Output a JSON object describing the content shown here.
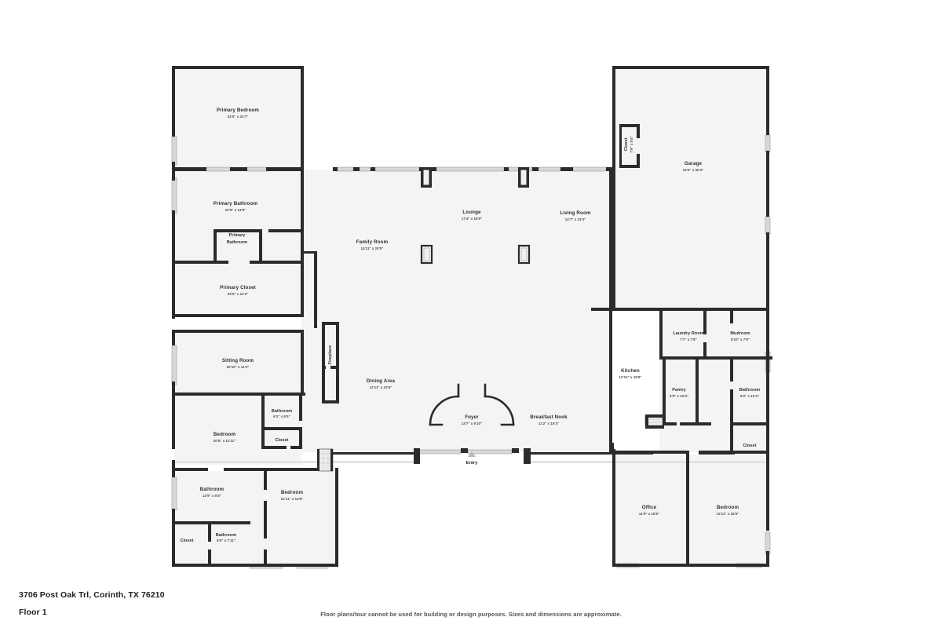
{
  "document": {
    "address": "3706 Post Oak Trl, Corinth, TX 76210",
    "floor_label": "Floor 1",
    "disclaimer": "Floor plans/tour cannot be used for building or design purposes. Sizes and dimensions are approximate."
  },
  "colors": {
    "wall": "#2b2b2e",
    "room_fill": "#f4f4f4",
    "background": "#ffffff",
    "window": "#d8d8d8",
    "text_primary": "#2c2c30",
    "text_secondary": "#45454a"
  },
  "rooms": {
    "primary_bedroom": {
      "name": "Primary Bedroom",
      "dim": "24'5\" x 31'7\""
    },
    "primary_bathroom": {
      "name": "Primary Bathroom",
      "dim": "20'5\" x 13'9\""
    },
    "primary_bathroom_inner_line1": {
      "name": "Primary",
      "name2": "Bathroom"
    },
    "primary_closet": {
      "name": "Primary Closet",
      "dim": "20'5\" x 11'3\""
    },
    "sitting_room": {
      "name": "Sitting Room",
      "dim": "20'10\" x 11'3\""
    },
    "bedroom_left": {
      "name": "Bedroom",
      "dim": "20'5\" x 11'11\""
    },
    "bathroom_left_small": {
      "name": "Bathroom",
      "dim": "6'1\" x 6'5\""
    },
    "closet_left": {
      "name": "Closet"
    },
    "bathroom_lower_left": {
      "name": "Bathroom",
      "dim": "12'9\" x 6'5\""
    },
    "bathroom_lower_left2": {
      "name": "Bathroom",
      "dim": "8'5\" x 7'11\""
    },
    "closet_lower_left": {
      "name": "Closet"
    },
    "bedroom_lower_left": {
      "name": "Bedroom",
      "dim": "12'11\" x 14'8\""
    },
    "family_room": {
      "name": "Family Room",
      "dim": "14'11\" x 20'5\""
    },
    "lounge": {
      "name": "Lounge",
      "dim": "17'4\" x 15'9\""
    },
    "living_room": {
      "name": "Living Room",
      "dim": "14'7\" x 23'3\""
    },
    "dining_area": {
      "name": "Dining Area",
      "dim": "12'11\" x 22'6\""
    },
    "foyer": {
      "name": "Foyer",
      "dim": "13'7\" x 9'10\""
    },
    "breakfast_nook": {
      "name": "Breakfast Nook",
      "dim": "11'2\" x 15'3\""
    },
    "kitchen": {
      "name": "Kitchen",
      "dim": "12'10\" x 18'9\""
    },
    "garage": {
      "name": "Garage",
      "dim": "24'2\" x 40'4\""
    },
    "garage_closet": {
      "name": "Closet",
      "dim": "7'9\" x 5'5\""
    },
    "laundry_room": {
      "name": "Laundry Room",
      "dim": "7'7\" x 7'8\""
    },
    "mudroom": {
      "name": "Mudroom",
      "dim": "8'10\" x 7'8\""
    },
    "pantry": {
      "name": "Pantry",
      "dim": "4'9\" x 10'4\""
    },
    "bathroom_right": {
      "name": "Bathroom",
      "dim": "5'2\" x 10'4\""
    },
    "closet_right": {
      "name": "Closet"
    },
    "office": {
      "name": "Office",
      "dim": "11'9\" x 15'5\""
    },
    "bedroom_right": {
      "name": "Bedroom",
      "dim": "12'11\" x 15'5\""
    },
    "fireplace": {
      "name": "Fireplace"
    },
    "entry": {
      "name": "Entry"
    }
  }
}
